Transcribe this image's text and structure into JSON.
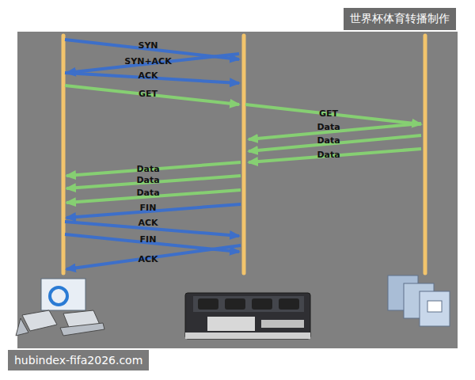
{
  "diagram": {
    "labels": [
      "世界杯体育转播制作",
      "SYN",
      "SYN+ACK",
      "ACK",
      "GET",
      "GET",
      "Data",
      "Data",
      "Data",
      "Data",
      "Data",
      "Data",
      "FIN",
      "ACK",
      "FIN",
      "ACK",
      "hubindex-fifa2026.com"
    ]
  }
}
